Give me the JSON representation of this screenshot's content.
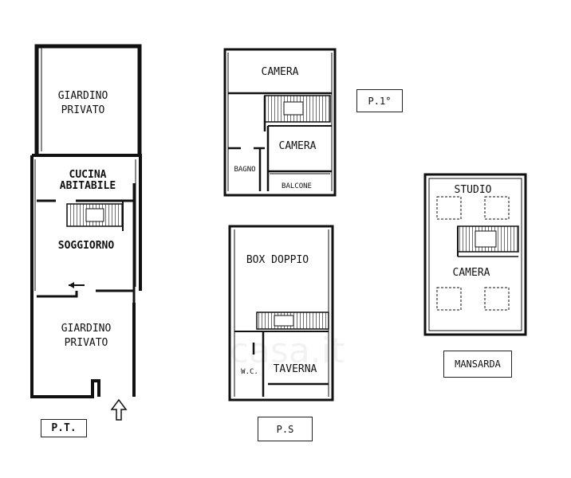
{
  "watermark": "casa.it",
  "floors": {
    "ground": {
      "label": "P.T.",
      "rooms": {
        "garden_top_1": "GIARDINO",
        "garden_top_2": "PRIVATO",
        "kitchen_1": "CUCINA",
        "kitchen_2": "ABITABILE",
        "living": "SOGGIORNO",
        "garden_bottom_1": "GIARDINO",
        "garden_bottom_2": "PRIVATO"
      }
    },
    "first": {
      "label": "P.1°",
      "rooms": {
        "bedroom_top": "CAMERA",
        "bedroom_mid": "CAMERA",
        "bathroom": "BAGNO",
        "balcony": "BALCONE"
      }
    },
    "basement": {
      "label": "P.S",
      "rooms": {
        "garage": "BOX DOPPIO",
        "wc": "W.C.",
        "tavern": "TAVERNA"
      }
    },
    "attic": {
      "label": "MANSARDA",
      "rooms": {
        "study": "STUDIO",
        "bedroom": "CAMERA"
      }
    }
  }
}
